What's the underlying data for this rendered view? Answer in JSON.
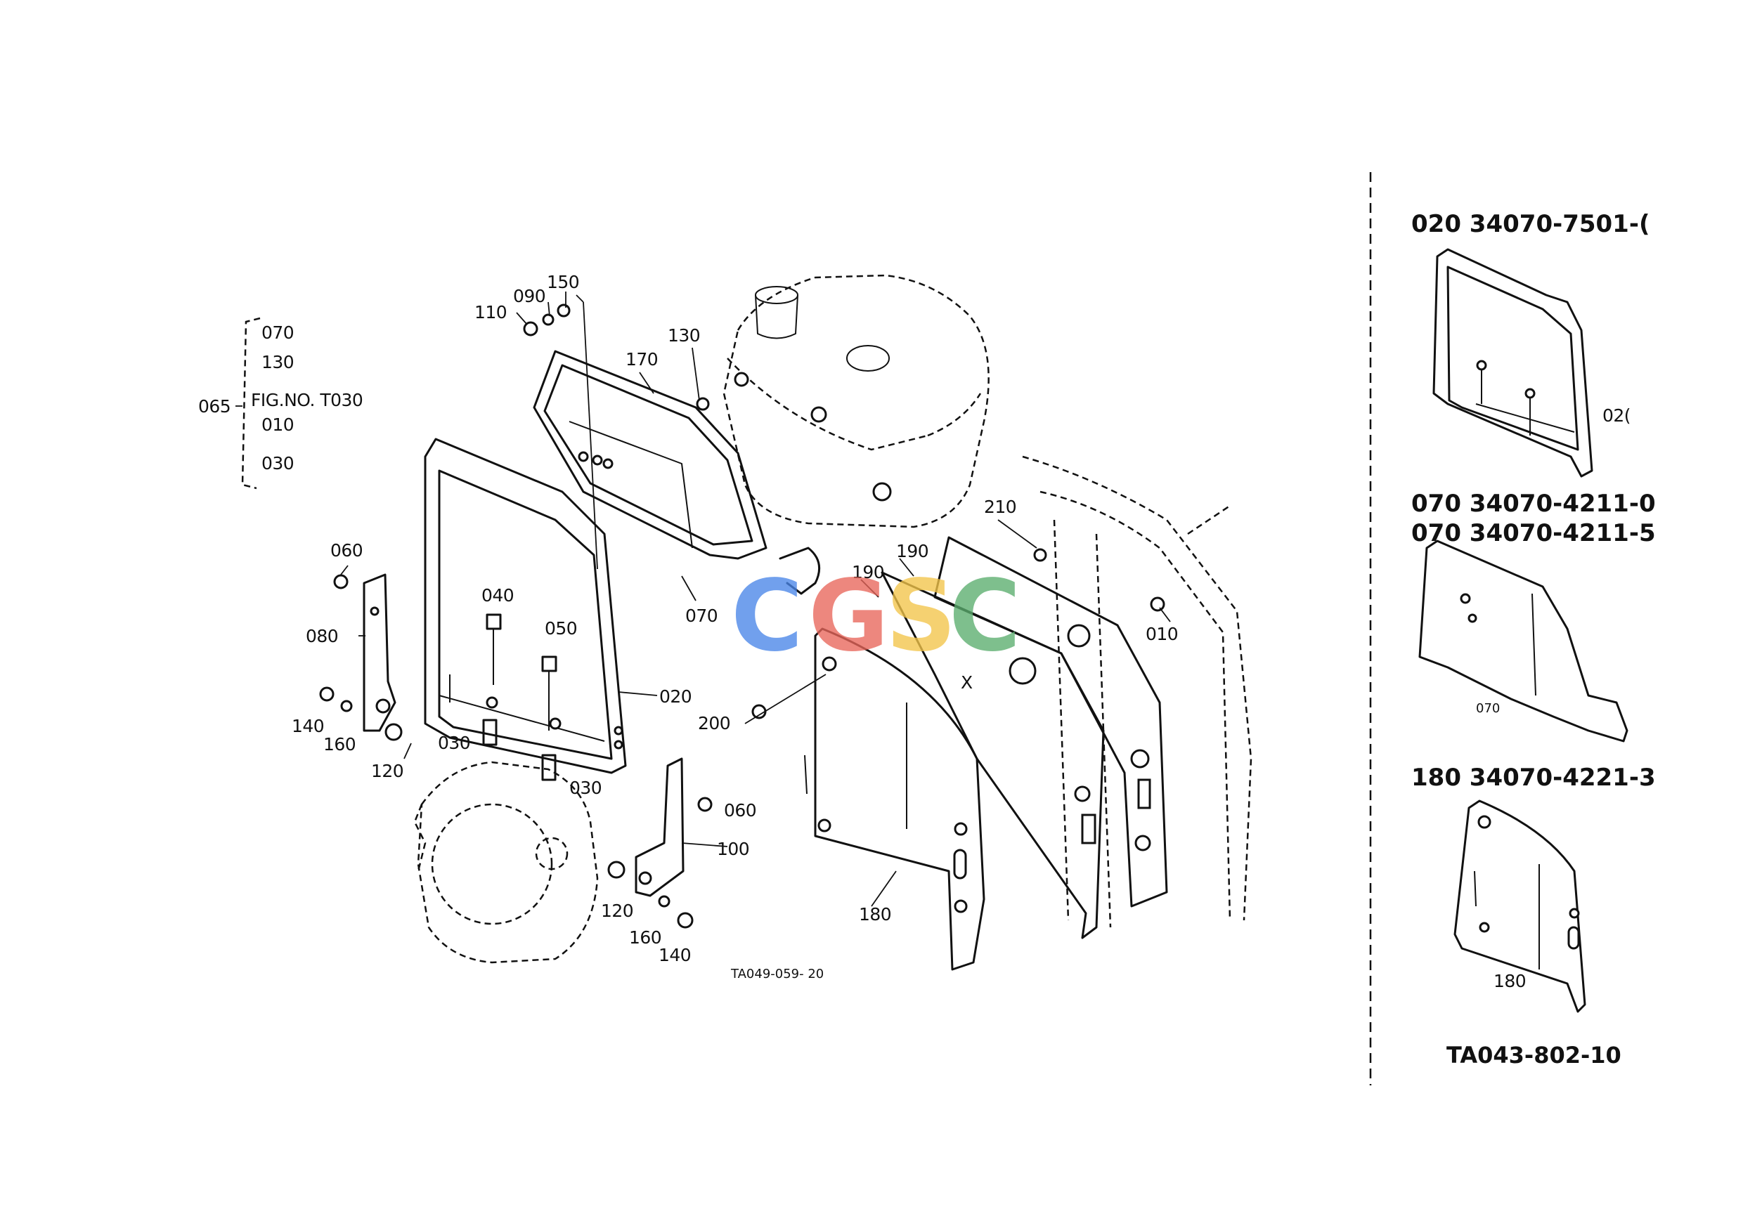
{
  "drawing_code_main": "TA049-059- 20",
  "drawing_code_side": "TA043-802-10",
  "watermark": {
    "letters": [
      "C",
      "G",
      "S",
      "C"
    ],
    "colors": [
      "#4a86e8",
      "#e8665a",
      "#f3c54a",
      "#5aae6e"
    ]
  },
  "bracket_note": {
    "group": "065",
    "lines": [
      "070",
      "130",
      "FIG.NO. T030",
      "010",
      "030"
    ]
  },
  "callouts": {
    "c010": "010",
    "c020": "020",
    "c030a": "030",
    "c030b": "030",
    "c040": "040",
    "c050": "050",
    "c060a": "060",
    "c060b": "060",
    "c070": "070",
    "c080": "080",
    "c090": "090",
    "c100": "100",
    "c110": "110",
    "c120a": "120",
    "c120b": "120",
    "c130": "130",
    "c140a": "140",
    "c140b": "140",
    "c150": "150",
    "c160a": "160",
    "c160b": "160",
    "c170": "170",
    "c180": "180",
    "c190a": "190",
    "c190b": "190",
    "c200": "200",
    "c210": "210",
    "x_mark": "X"
  },
  "side_panel": {
    "header_020": "020 34070-7501-(",
    "header_070a": "070 34070-4211-0",
    "header_070b": "070 34070-4211-5",
    "header_180": "180 34070-4221-3",
    "label_020": "02(",
    "label_070": "070",
    "label_180": "180"
  }
}
